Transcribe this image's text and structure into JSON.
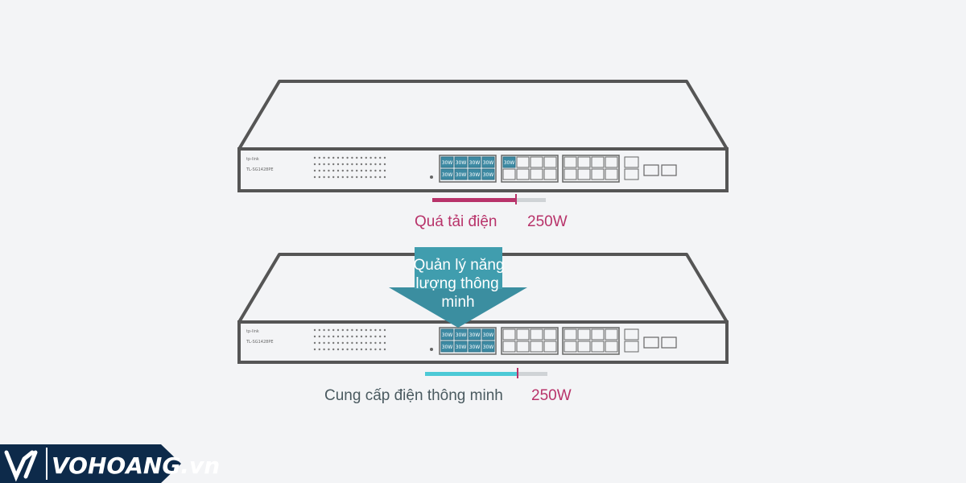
{
  "top_switch": {
    "brand": "tp-link",
    "model": "TL-SG1428PE",
    "poe_label": "30W",
    "caption": "Quá tải điện",
    "power": "250W",
    "bar_fraction": 0.73
  },
  "bottom_switch": {
    "brand": "tp-link",
    "model": "TL-SG1428PE",
    "poe_label": "30W",
    "caption": "Cung cấp điện thông minh",
    "power": "250W",
    "bar_fraction": 0.75
  },
  "arrow": {
    "lines": [
      "Quản lý năng",
      "lượng thông",
      "minh"
    ]
  },
  "logo": {
    "text": "VOHOANG.vn"
  },
  "colors": {
    "overload": "#b8336a",
    "smart": "#4cc9d6",
    "arrow": "#3b8ea0",
    "outline": "#555555"
  }
}
